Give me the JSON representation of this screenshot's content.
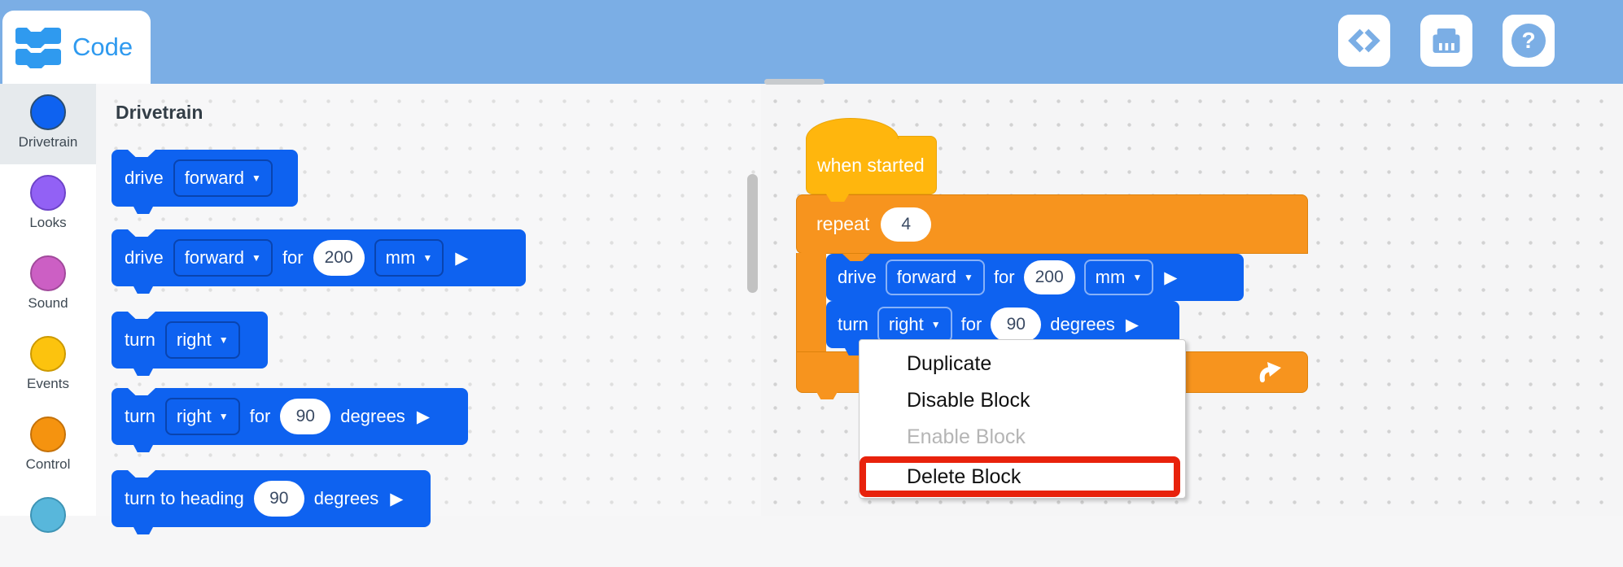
{
  "header": {
    "tab_label": "Code",
    "buttons": [
      {
        "name": "code-view",
        "icon": "code-brackets-icon"
      },
      {
        "name": "device",
        "icon": "brain-icon"
      },
      {
        "name": "help",
        "icon": "question-icon"
      }
    ]
  },
  "icons": {
    "caret": "▼",
    "play": "▶",
    "question": "?"
  },
  "sidebar": {
    "categories": [
      {
        "label": "Drivetrain",
        "fill": "#0E62F0",
        "border": "#2A4D72",
        "selected": true
      },
      {
        "label": "Looks",
        "fill": "#9261F5",
        "border": "#6D43C8",
        "selected": false
      },
      {
        "label": "Sound",
        "fill": "#CC5FC4",
        "border": "#A1499B",
        "selected": false
      },
      {
        "label": "Events",
        "fill": "#FCC30E",
        "border": "#CC9900",
        "selected": false
      },
      {
        "label": "Control",
        "fill": "#F5930F",
        "border": "#C47109",
        "selected": false
      },
      {
        "label": "",
        "fill": "#58B7DB",
        "border": "#3E94B5",
        "selected": false
      }
    ]
  },
  "palette": {
    "title": "Drivetrain",
    "blocks": [
      {
        "label1": "drive",
        "dropdown1": "forward"
      },
      {
        "label1": "drive",
        "dropdown1": "forward",
        "label2": "for",
        "value1": "200",
        "dropdown2": "mm"
      },
      {
        "label1": "turn",
        "dropdown1": "right"
      },
      {
        "label1": "turn",
        "dropdown1": "right",
        "label2": "for",
        "value1": "90",
        "label3": "degrees"
      },
      {
        "label1": "turn to heading",
        "value1": "90",
        "label2": "degrees"
      }
    ]
  },
  "canvas": {
    "hat": {
      "label": "when started"
    },
    "repeat": {
      "label": "repeat",
      "count": "4"
    },
    "drive": {
      "label1": "drive",
      "dropdown1": "forward",
      "label2": "for",
      "value1": "200",
      "dropdown2": "mm"
    },
    "turn": {
      "label1": "turn",
      "dropdown1": "right",
      "label2": "for",
      "value1": "90",
      "label3": "degrees"
    }
  },
  "context_menu": {
    "items": [
      {
        "label": "Duplicate",
        "enabled": true,
        "highlighted": false
      },
      {
        "label": "Disable Block",
        "enabled": true,
        "highlighted": false
      },
      {
        "label": "Enable Block",
        "enabled": false,
        "highlighted": false
      },
      {
        "label": "Delete Block",
        "enabled": true,
        "highlighted": true
      }
    ]
  },
  "colors": {
    "header_blue": "#7BAEE5",
    "tab_blue": "#2F9AEF",
    "block_blue": "#0E62F0",
    "control_orange": "#F7941E",
    "events_gold": "#FFB60D",
    "highlight_red": "#E8220C",
    "sidebar_selected": "#E6EAED",
    "menu_disabled": "#B5B5B5"
  }
}
